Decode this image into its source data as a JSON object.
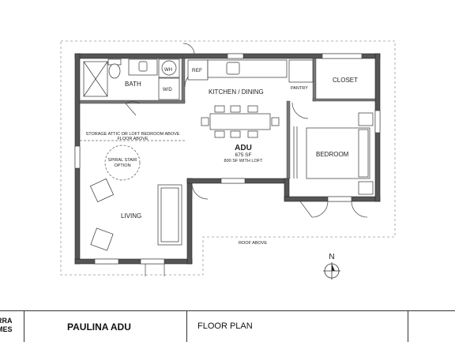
{
  "rooms": {
    "bath": "BATH",
    "closet": "CLOSET",
    "kitchen_dining": "KITCHEN / DINING",
    "pantry": "PANTRY",
    "ref": "REF",
    "wh": "WH",
    "wd": "W/D",
    "bedroom": "BEDROOM",
    "living": "LIVING"
  },
  "notes": {
    "storage_line1": "STORAGE ATTIC OR LOFT BEDROOM ABOVE",
    "storage_line2": "FLOOR ABOVE",
    "spiral_line1": "SPIRAL STAIR",
    "spiral_line2": "OPTION",
    "roof_above": "ROOF ABOVE"
  },
  "unit": {
    "name": "ADU",
    "area": "675 SF",
    "area_loft": "800 SF WITH LOFT"
  },
  "north_label": "N",
  "title_block": {
    "brand_line1": "RRA",
    "brand_line2": "MES",
    "project": "PAULINA ADU",
    "sheet": "FLOOR PLAN"
  }
}
